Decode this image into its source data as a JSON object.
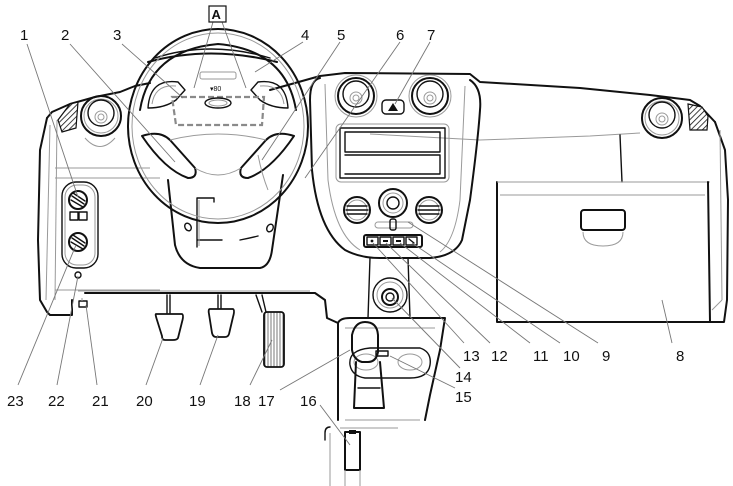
{
  "figure": {
    "title": "Dashboard and controls layout",
    "callout_box": "A",
    "callouts": [
      {
        "id": "1",
        "label": "1"
      },
      {
        "id": "2",
        "label": "2"
      },
      {
        "id": "3",
        "label": "3"
      },
      {
        "id": "4",
        "label": "4"
      },
      {
        "id": "5",
        "label": "5"
      },
      {
        "id": "6",
        "label": "6"
      },
      {
        "id": "7",
        "label": "7"
      },
      {
        "id": "8",
        "label": "8"
      },
      {
        "id": "9",
        "label": "9"
      },
      {
        "id": "10",
        "label": "10"
      },
      {
        "id": "11",
        "label": "11"
      },
      {
        "id": "12",
        "label": "12"
      },
      {
        "id": "13",
        "label": "13"
      },
      {
        "id": "14",
        "label": "14"
      },
      {
        "id": "15",
        "label": "15"
      },
      {
        "id": "16",
        "label": "16"
      },
      {
        "id": "17",
        "label": "17"
      },
      {
        "id": "18",
        "label": "18"
      },
      {
        "id": "19",
        "label": "19"
      },
      {
        "id": "20",
        "label": "20"
      },
      {
        "id": "21",
        "label": "21"
      },
      {
        "id": "22",
        "label": "22"
      },
      {
        "id": "23",
        "label": "23"
      }
    ],
    "components": [
      "left-side-vent",
      "left-control-panel",
      "steering-wheel",
      "instrument-cluster",
      "center-vents",
      "hazard-button",
      "radio-slot",
      "climate-controls",
      "switch-block",
      "cigarette-lighter",
      "gear-shifter",
      "cup-holders",
      "parking-brake",
      "accelerator-pedal",
      "brake-pedal",
      "clutch-pedal",
      "hood-release",
      "glovebox",
      "right-side-vent"
    ]
  }
}
